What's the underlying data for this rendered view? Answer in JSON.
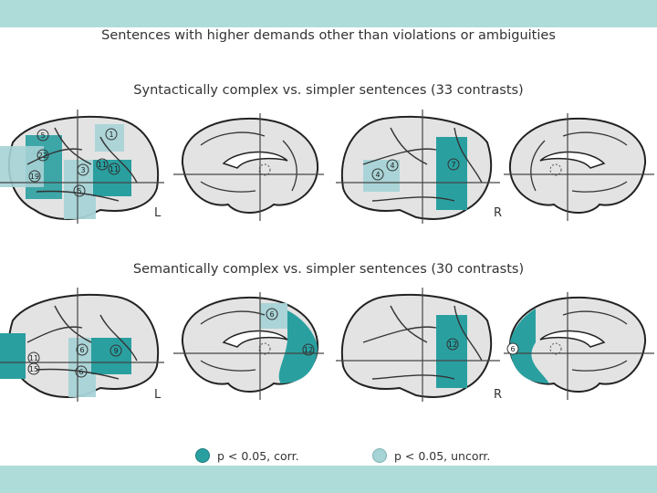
{
  "titles": {
    "main": "Sentences with higher demands other than violations or ambiguities",
    "syntactic": "Syntactically complex vs. simpler sentences  (33 contrasts)",
    "semantic": "Semantically complex vs. simpler sentences (30 contrasts)"
  },
  "hemisphere_labels": {
    "left": "L",
    "right": "R"
  },
  "region_labels": {
    "syn_left_lateral": [
      "5",
      "22",
      "19",
      "1",
      "3",
      "11",
      "11",
      "5"
    ],
    "syn_right_lateral": [
      "4",
      "4",
      "7"
    ],
    "sem_left_lateral": [
      "11",
      "15",
      "6",
      "9",
      "6"
    ],
    "sem_left_medial": [
      "6",
      "12"
    ],
    "sem_right_lateral": [
      "12"
    ],
    "sem_right_medial": [
      "6"
    ]
  },
  "legend": {
    "corr": "p < 0.05, corr.",
    "uncorr": "p < 0.05, uncorr."
  },
  "colors": {
    "corr": "#2a9fa0",
    "uncorr": "#a6d3d6",
    "brain": "#e3e3e3",
    "band": "#aedcd9"
  }
}
